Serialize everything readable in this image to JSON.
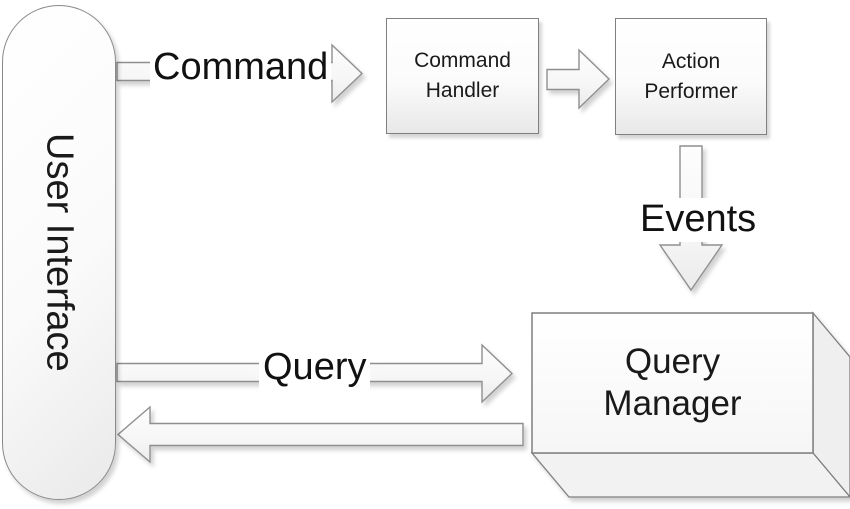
{
  "diagram": {
    "nodes": {
      "user_interface": {
        "label": "User Interface"
      },
      "command_handler": {
        "label": "Command Handler"
      },
      "action_performer": {
        "label": "Action Performer"
      },
      "query_manager": {
        "label": "Query Manager"
      }
    },
    "edges": {
      "command": {
        "label": "Command",
        "from": "user_interface",
        "to": "command_handler"
      },
      "handler_to_performer": {
        "label": "",
        "from": "command_handler",
        "to": "action_performer"
      },
      "events": {
        "label": "Events",
        "from": "action_performer",
        "to": "query_manager"
      },
      "query": {
        "label": "Query",
        "from": "user_interface",
        "to": "query_manager"
      },
      "query_return": {
        "label": "",
        "from": "query_manager",
        "to": "user_interface"
      }
    },
    "style": {
      "background": "#ffffff",
      "node_border": "#808080",
      "node_fill_top": "#ffffff",
      "node_fill_bottom": "#e8e8e8",
      "arrow_fill_top": "#fdfdfd",
      "arrow_fill_bottom": "#ececec",
      "side_face_fill": "#efefef",
      "text_color": "#1a1a1a",
      "shadow_color": "rgba(0,0,0,0.18)"
    }
  }
}
